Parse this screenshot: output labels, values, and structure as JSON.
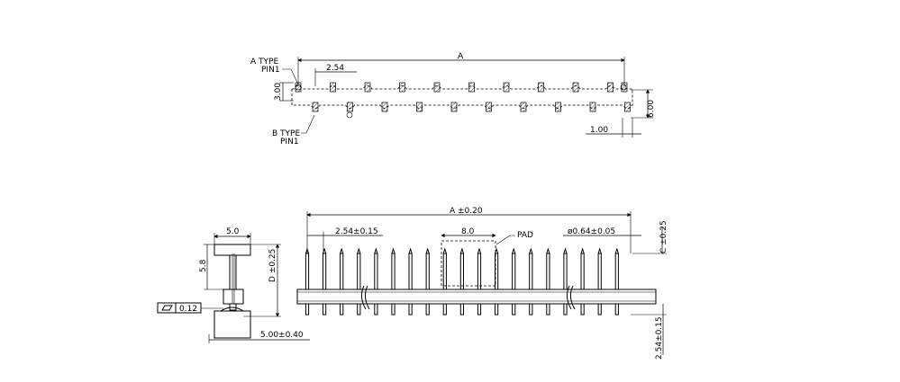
{
  "top_view": {
    "a_type_label": "A TYPE",
    "a_pin1_label": "PIN1",
    "b_type_label": "B TYPE",
    "b_pin1_label": "PIN1",
    "dim_a": "A",
    "dim_pitch": "2.54",
    "dim_row": "3.00",
    "dim_height": "6.00",
    "dim_offset": "1.00"
  },
  "side_view": {
    "dim_width": "5.0",
    "dim_pin": "5.8",
    "dim_d": "D ±0.25",
    "flatness_value": "0.12",
    "dim_base": "5.00±0.40"
  },
  "front_view": {
    "dim_a": "A ±0.20",
    "dim_pitch": "2.54±0.15",
    "dim_pad": "8.0",
    "pad_label": "PAD",
    "dim_pin_dia": "ø0.64±0.05",
    "dim_c": "C ±0.25",
    "dim_tail": "2.54±0.15"
  }
}
